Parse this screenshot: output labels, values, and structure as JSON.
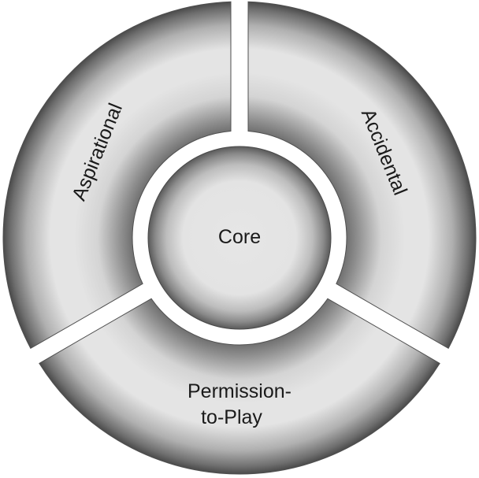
{
  "diagram": {
    "center": {
      "label": "Core"
    },
    "segments": [
      {
        "id": "aspirational",
        "label": "Aspirational"
      },
      {
        "id": "accidental",
        "label": "Accidental"
      },
      {
        "id": "permission",
        "label_line1": "Permission-",
        "label_line2": "to-Play"
      }
    ],
    "colors": {
      "fill_light": "#e2e2e2",
      "fill_mid": "#a8a8a8",
      "fill_dark": "#5a5a5a",
      "gap": "#ffffff"
    }
  }
}
